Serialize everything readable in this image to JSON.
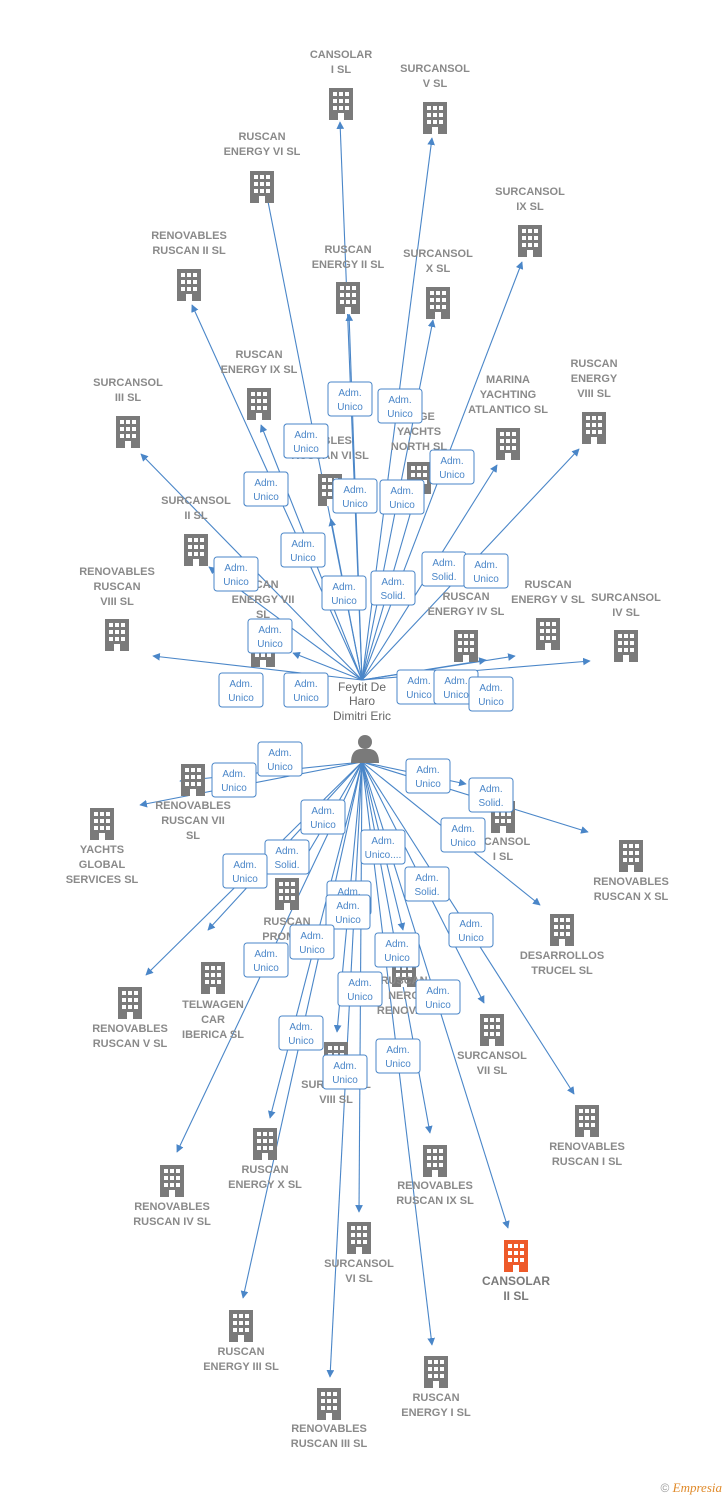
{
  "person": {
    "label_lines": [
      "Feytit De",
      "Haro",
      "Dimitri Eric"
    ]
  },
  "colors": {
    "edge": "#4a86c8",
    "building": "#7a7a7a",
    "highlight": "#ee5a2a"
  },
  "footer": {
    "copyright": "©",
    "brand": "Empresia"
  },
  "nodes": [
    {
      "lines": [
        "CANSOLAR",
        "I  SL"
      ]
    },
    {
      "lines": [
        "SURCANSOL",
        "V  SL"
      ]
    },
    {
      "lines": [
        "RUSCAN",
        "ENERGY VI  SL"
      ]
    },
    {
      "lines": [
        "SURCANSOL",
        "IX  SL"
      ]
    },
    {
      "lines": [
        "RENOVABLES",
        "RUSCAN II  SL"
      ]
    },
    {
      "lines": [
        "RUSCAN",
        "ENERGY II  SL"
      ]
    },
    {
      "lines": [
        "SURCANSOL",
        "X  SL"
      ]
    },
    {
      "lines": [
        "RUSCAN",
        "ENERGY IX  SL"
      ]
    },
    {
      "lines": [
        "RUSCAN",
        "ENERGY",
        "VIII  SL"
      ]
    },
    {
      "lines": [
        "SURCANSOL",
        "III  SL"
      ]
    },
    {
      "lines": [
        "MARINA",
        "YACHTING",
        "ATLANTICO  SL"
      ]
    },
    {
      "lines": [
        "RAGE",
        "YACHTS",
        "NORTH  SL"
      ]
    },
    {
      "lines": [
        "VABLES",
        "RUSCAN VI  SL"
      ]
    },
    {
      "lines": [
        "SURCANSOL",
        "II  SL"
      ]
    },
    {
      "lines": [
        "RENOVABLES",
        "RUSCAN",
        "VIII  SL"
      ]
    },
    {
      "lines": [
        "SCAN",
        "ENERGY VII",
        "SL"
      ]
    },
    {
      "lines": [
        "RUSCAN",
        "ENERGY IV  SL"
      ]
    },
    {
      "lines": [
        "RUSCAN",
        "ENERGY V  SL"
      ]
    },
    {
      "lines": [
        "SURCANSOL",
        "IV  SL"
      ]
    },
    {
      "lines": [
        "RENOVABLES",
        "RUSCAN VII",
        "SL"
      ]
    },
    {
      "lines": [
        "YACHTS",
        "GLOBAL",
        "SERVICES  SL"
      ]
    },
    {
      "lines": [
        "RCANSOL",
        "I  SL"
      ]
    },
    {
      "lines": [
        "RENOVABLES",
        "RUSCAN X  SL"
      ]
    },
    {
      "lines": [
        "RUSCAN",
        "PROMOC"
      ]
    },
    {
      "lines": [
        "DESARROLLOS",
        "TRUCEL  SL"
      ]
    },
    {
      "lines": [
        "TELWAGEN",
        "CAR",
        "IBERICA  SL"
      ]
    },
    {
      "lines": [
        "RUSCAN",
        "NERG",
        "RENOVAB"
      ]
    },
    {
      "lines": [
        "RENOVABLES",
        "RUSCAN V  SL"
      ]
    },
    {
      "lines": [
        "SURCANSOL",
        "VII  SL"
      ]
    },
    {
      "lines": [
        "SURCANSOL",
        "VIII  SL"
      ]
    },
    {
      "lines": [
        "RENOVABLES",
        "RUSCAN I  SL"
      ]
    },
    {
      "lines": [
        "RUSCAN",
        "ENERGY X  SL"
      ]
    },
    {
      "lines": [
        "RENOVABLES",
        "RUSCAN IX  SL"
      ]
    },
    {
      "lines": [
        "RENOVABLES",
        "RUSCAN IV  SL"
      ]
    },
    {
      "lines": [
        "SURCANSOL",
        "VI  SL"
      ]
    },
    {
      "lines": [
        "CANSOLAR",
        "II  SL"
      ],
      "highlight": true
    },
    {
      "lines": [
        "RUSCAN",
        "ENERGY III  SL"
      ]
    },
    {
      "lines": [
        "RUSCAN",
        "ENERGY I  SL"
      ]
    },
    {
      "lines": [
        "RENOVABLES",
        "RUSCAN III  SL"
      ]
    }
  ],
  "roles": [
    {
      "lines": [
        "Adm.",
        "Unico"
      ]
    },
    {
      "lines": [
        "Adm.",
        "Unico"
      ]
    },
    {
      "lines": [
        "Adm.",
        "Unico"
      ]
    },
    {
      "lines": [
        "Adm.",
        "Unico"
      ]
    },
    {
      "lines": [
        "Adm.",
        "Unico"
      ]
    },
    {
      "lines": [
        "Adm.",
        "Unico"
      ]
    },
    {
      "lines": [
        "Adm.",
        "Unico"
      ]
    },
    {
      "lines": [
        "Adm.",
        "Unico"
      ]
    },
    {
      "lines": [
        "Adm.",
        "Unico"
      ]
    },
    {
      "lines": [
        "Adm.",
        "Unico"
      ]
    },
    {
      "lines": [
        "Adm.",
        "Unico"
      ]
    },
    {
      "lines": [
        "Adm.",
        "Solid."
      ]
    },
    {
      "lines": [
        "Adm.",
        "Solid."
      ]
    },
    {
      "lines": [
        "Adm.",
        "Unico"
      ]
    },
    {
      "lines": [
        "Adm.",
        "Unico"
      ]
    },
    {
      "lines": [
        "Adm.",
        "Unico"
      ]
    },
    {
      "lines": [
        "Adm.",
        "Unico"
      ]
    },
    {
      "lines": [
        "Adm.",
        "Unico"
      ]
    },
    {
      "lines": [
        "Adm.",
        "Unico"
      ]
    },
    {
      "lines": [
        "Adm.",
        "Unico"
      ]
    },
    {
      "lines": [
        "Adm.",
        "Unico"
      ]
    },
    {
      "lines": [
        "Adm.",
        "Unico"
      ]
    },
    {
      "lines": [
        "Adm.",
        "Solid."
      ]
    },
    {
      "lines": [
        "Adm.",
        "Unico"
      ]
    },
    {
      "lines": [
        "Adm.",
        "Unico"
      ]
    },
    {
      "lines": [
        "Adm.",
        "Unico...."
      ]
    },
    {
      "lines": [
        "Adm.",
        "Solid."
      ]
    },
    {
      "lines": [
        "Adm.",
        "Unico"
      ]
    },
    {
      "lines": [
        "Adm.",
        "Solid."
      ]
    },
    {
      "lines": [
        "Adm.",
        "Unico"
      ]
    },
    {
      "lines": [
        "Adm.",
        "Unico"
      ]
    },
    {
      "lines": [
        "Adm.",
        "Unico"
      ]
    },
    {
      "lines": [
        "Adm.",
        "Unico"
      ]
    },
    {
      "lines": [
        "Adm.",
        "Unico"
      ]
    },
    {
      "lines": [
        "Adm.",
        "Unico"
      ]
    },
    {
      "lines": [
        "Adm.",
        "Unico"
      ]
    },
    {
      "lines": [
        "Adm.",
        "Unico"
      ]
    },
    {
      "lines": [
        "Adm.",
        "Unico"
      ]
    },
    {
      "lines": [
        "Adm.",
        "Unico"
      ]
    },
    {
      "lines": [
        "Adm.",
        "Unico"
      ]
    },
    {
      "lines": [
        "Adm.",
        "Unico"
      ]
    },
    {
      "lines": [
        "Adm.",
        "Unico"
      ]
    }
  ]
}
